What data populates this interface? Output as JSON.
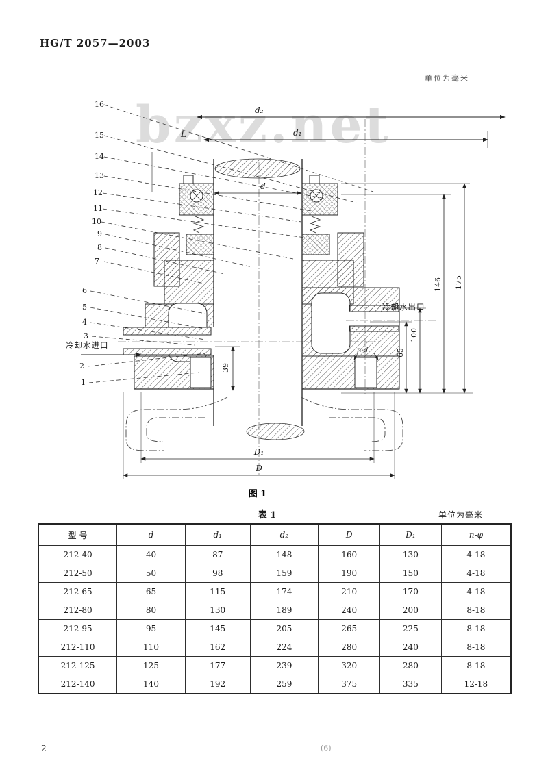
{
  "page": {
    "header": "HG/T 2057—2003",
    "units_note_top": "单位为毫米",
    "watermark": "bzxz.net",
    "page_number": "2",
    "footer_center": "(6)"
  },
  "figure": {
    "caption": "图 1",
    "callouts": [
      "16",
      "15",
      "14",
      "13",
      "12",
      "11",
      "10",
      "9",
      "8",
      "7",
      "6",
      "5",
      "4",
      "3",
      "2",
      "1"
    ],
    "labels": {
      "cooling_inlet": "冷却水进口",
      "cooling_outlet": "冷却水出口"
    },
    "dims": {
      "d2": "d₂",
      "d1": "d₁",
      "d": "d",
      "L": "L",
      "D1": "D₁",
      "D": "D",
      "v175": "175",
      "v146": "146",
      "v100": "100",
      "v65": "65",
      "v39": "39",
      "nd": "n-d"
    }
  },
  "table": {
    "caption": "表 1",
    "units_note": "单位为毫米",
    "columns": [
      "型  号",
      "d",
      "d₁",
      "d₂",
      "D",
      "D₁",
      "n-φ"
    ],
    "rows": [
      [
        "212-40",
        "40",
        "87",
        "148",
        "160",
        "130",
        "4-18"
      ],
      [
        "212-50",
        "50",
        "98",
        "159",
        "190",
        "150",
        "4-18"
      ],
      [
        "212-65",
        "65",
        "115",
        "174",
        "210",
        "170",
        "4-18"
      ],
      [
        "212-80",
        "80",
        "130",
        "189",
        "240",
        "200",
        "8-18"
      ],
      [
        "212-95",
        "95",
        "145",
        "205",
        "265",
        "225",
        "8-18"
      ],
      [
        "212-110",
        "110",
        "162",
        "224",
        "280",
        "240",
        "8-18"
      ],
      [
        "212-125",
        "125",
        "177",
        "239",
        "320",
        "280",
        "8-18"
      ],
      [
        "212-140",
        "140",
        "192",
        "259",
        "375",
        "335",
        "12-18"
      ]
    ]
  }
}
